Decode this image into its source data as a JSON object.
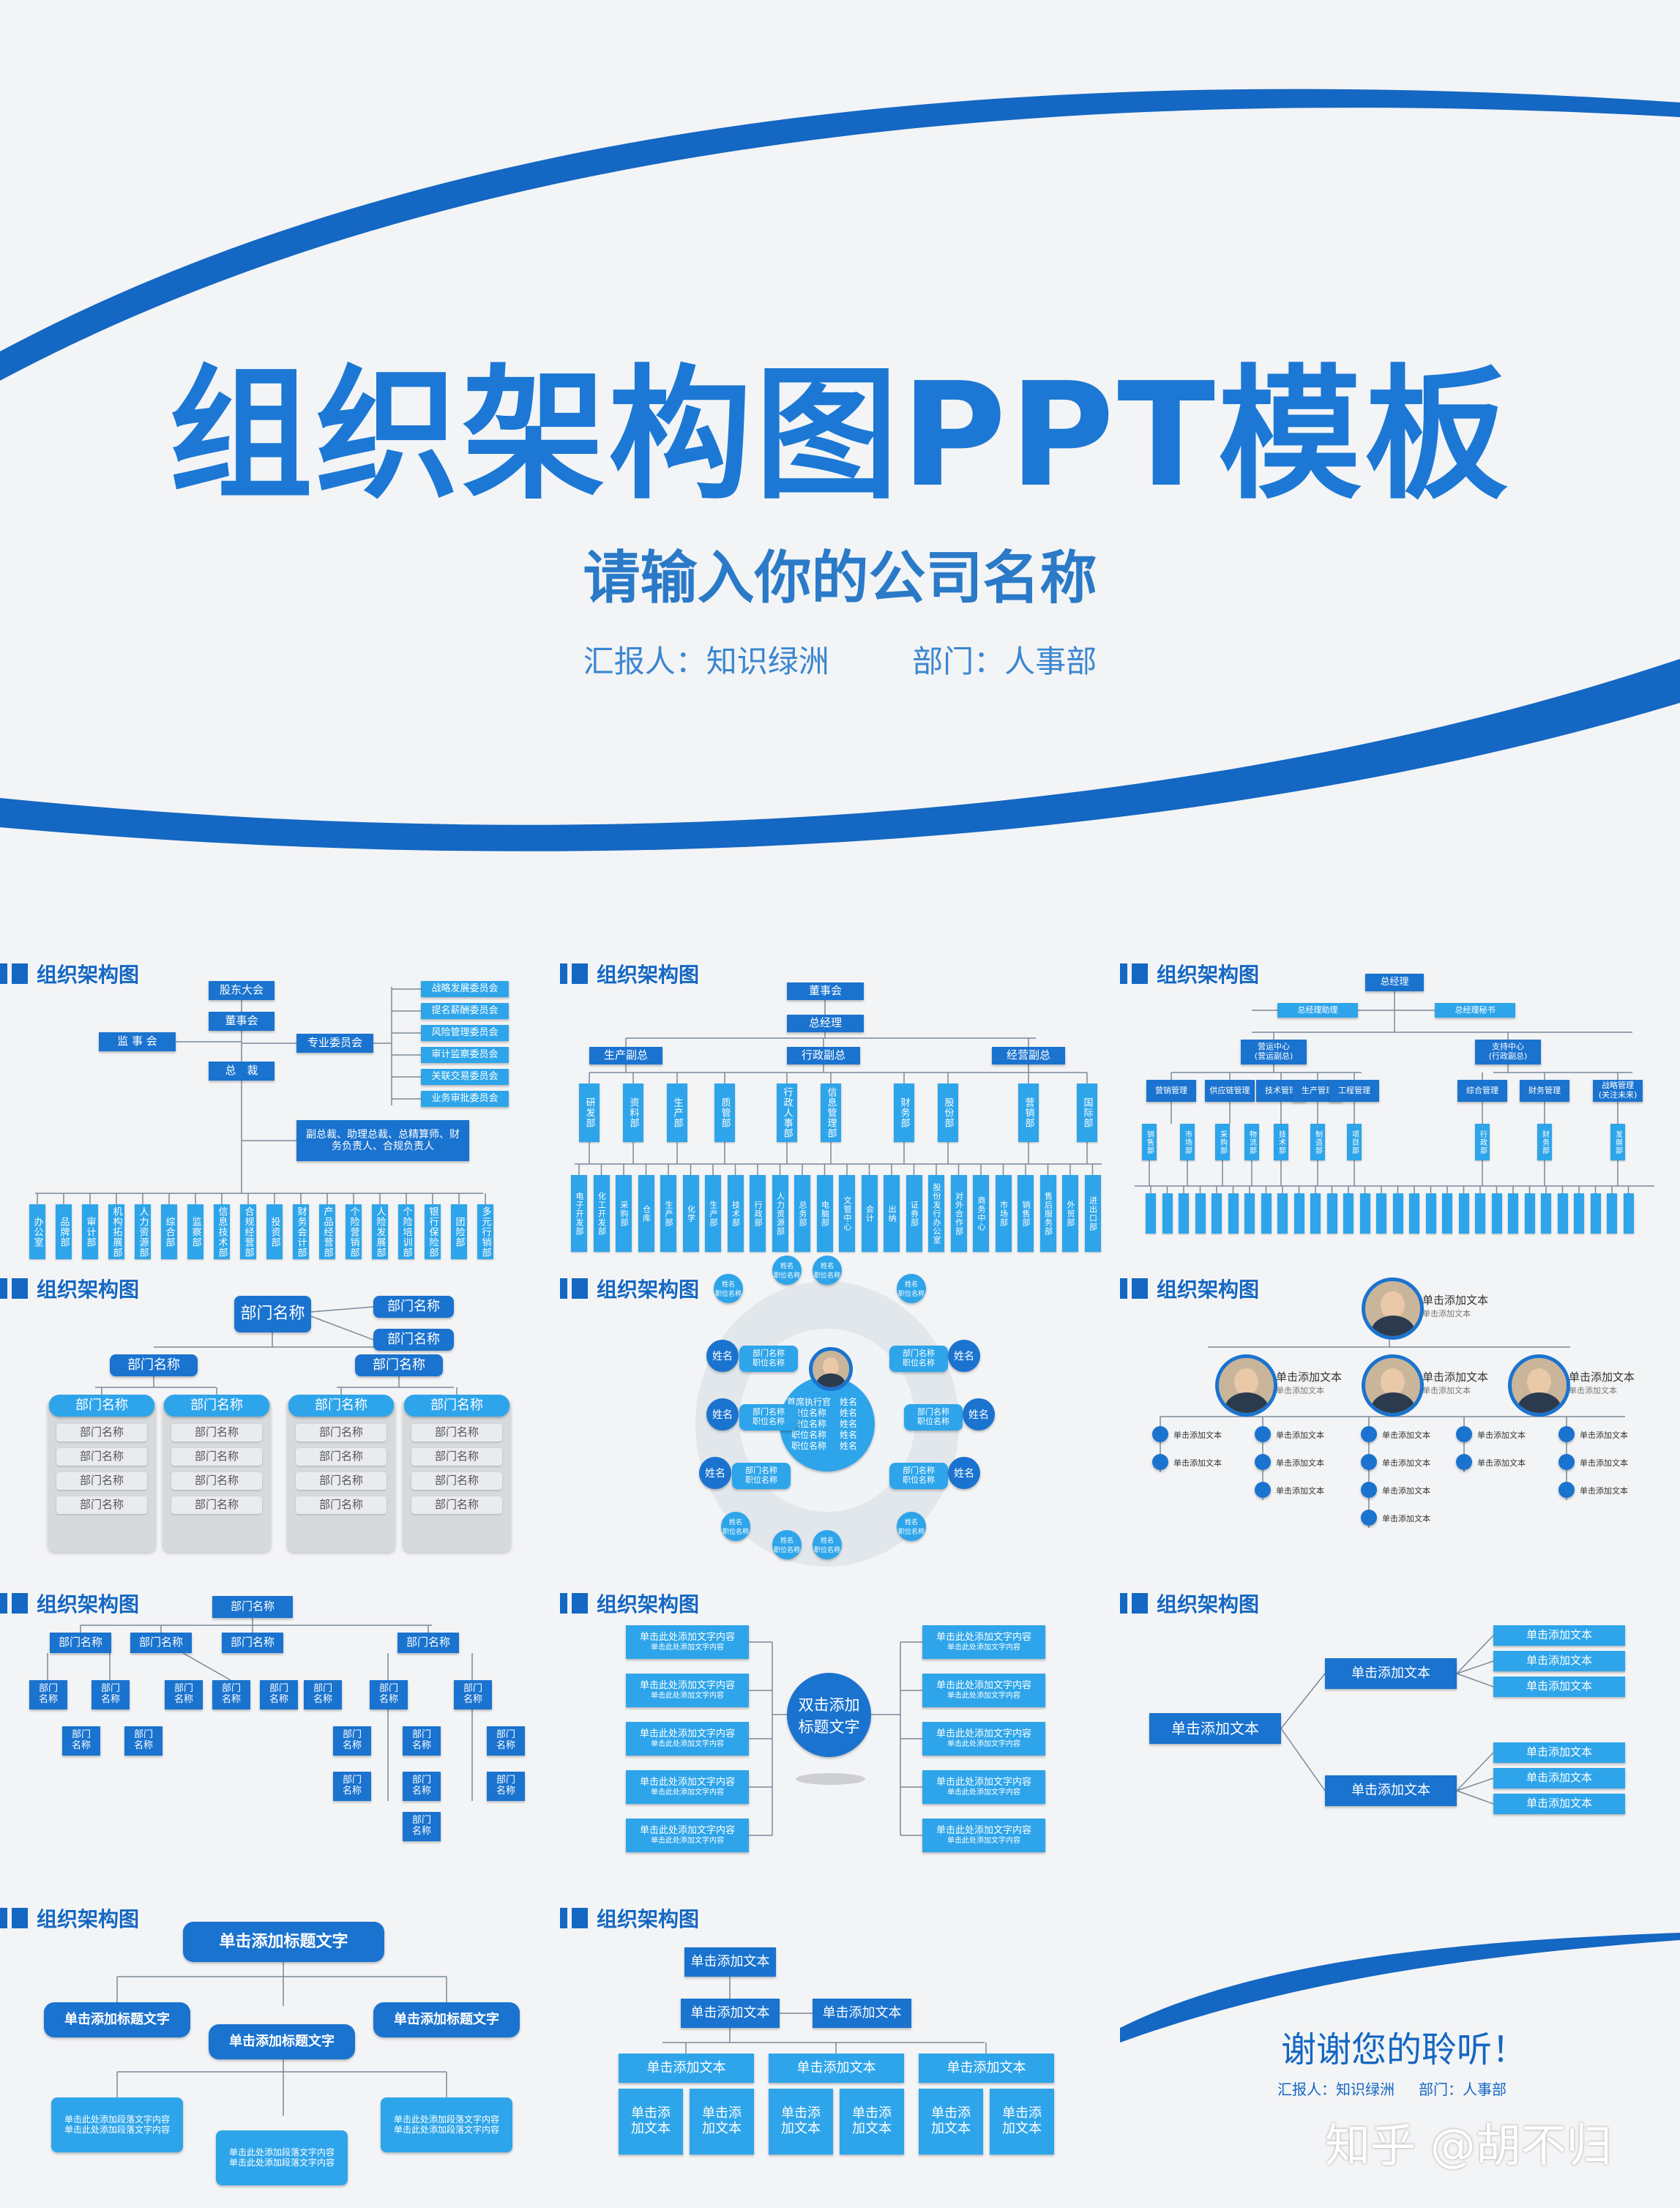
{
  "cover": {
    "title": "组织架构图PPT模板",
    "subtitle": "请输入你的公司名称",
    "reporter": "汇报人：知识绿洲",
    "department": "部门：人事部"
  },
  "tile_header": "组织架构图",
  "t1": {
    "top": [
      "股东大会",
      "董事会",
      "总　裁"
    ],
    "left": "监 事 会",
    "committee": "专业委员会",
    "committees": [
      "战略发展委员会",
      "提名薪酬委员会",
      "风险管理委员会",
      "审计监察委员会",
      "关联交易委员会",
      "业务审批委员会"
    ],
    "exec": "副总裁、助理总裁、总精算师、财务负责人、合规负责人",
    "depts": [
      "办公室",
      "品牌部",
      "审计部",
      "机构拓展部",
      "人力资源部",
      "综合部",
      "监察部",
      "信息技术部",
      "合规经营部",
      "投资部",
      "财务会计部",
      "产品经营部",
      "个险营销部",
      "人险发展部",
      "个险培训部",
      "银行保险部",
      "团险部",
      "多元行销部"
    ]
  },
  "t2": {
    "top": [
      "董事会",
      "总经理"
    ],
    "vps": [
      "生产副总",
      "行政副总",
      "经营副总"
    ],
    "depts": [
      "研发部",
      "资料部",
      "生产部",
      "质管部",
      "行政人事部",
      "信息管理部",
      "财务部",
      "股份部",
      "营销部",
      "国际部"
    ],
    "subs": [
      "电子开发部",
      "化工开发部",
      "采购部",
      "仓库",
      "生产部",
      "化学",
      "生产部",
      "技术部",
      "行政部",
      "人力资源部",
      "总务部",
      "电脑部",
      "文管中心",
      "会计",
      "出纳",
      "证券部",
      "股份发行办公室",
      "对外合作部",
      "商务中心",
      "市场部",
      "销售部",
      "售后服务部",
      "外贸部",
      "进出口部"
    ]
  },
  "t3": {
    "top": "总经理",
    "assistants": [
      "总经理助理",
      "总经理秘书"
    ],
    "centers": [
      "营运中心\n(营运副总)",
      "支持中心\n(行政副总)"
    ],
    "depts": [
      "营销管理",
      "供应链管理",
      "技术管理",
      "生产管理",
      "工程管理",
      "综合管理",
      "财务管理",
      "战略管理\n(关注未来)"
    ],
    "subs": [
      "销售部",
      "市场部",
      "采购部",
      "物流部",
      "技术部",
      "制造部",
      "项目部",
      "行政部",
      "财务部",
      "发展部"
    ]
  },
  "t4": {
    "top": "部门名称",
    "side": [
      "部门名称",
      "部门名称"
    ],
    "mid": [
      "部门名称",
      "部门名称"
    ],
    "groups": [
      "部门名称",
      "部门名称",
      "部门名称",
      "部门名称"
    ],
    "item": "部门名称"
  },
  "t5": {
    "center": "首席执行官\n职位名称\n职位名称\n职位名称\n职位名称",
    "center_names": "姓名\n姓名\n姓名\n姓名\n姓名",
    "name": "姓名",
    "role": "部门名称\n职位名称",
    "small": "姓名\n职位名称"
  },
  "t6": {
    "title": "单击添加文本",
    "sub": "单击添加文本",
    "item": "单击添加文本"
  },
  "t7": {
    "top": "部门名称",
    "row": [
      "部门名称",
      "部门名称",
      "部门名称",
      "部门名称"
    ],
    "leaf": "部门\n名称"
  },
  "t8": {
    "center": "双击添加\n标题文字",
    "item": "单击此处添加文字内容",
    "item_sub": "单击此处添加文字内容"
  },
  "t9": {
    "root": "单击添加文本",
    "mid": [
      "单击添加文本",
      "单击添加文本"
    ],
    "leaf": "单击添加文本"
  },
  "t10": {
    "top": "单击添加标题文字",
    "mid": [
      "单击添加标题文字",
      "单击添加标题文字",
      "单击添加标题文字"
    ],
    "text": "单击此处添加段落文字内容\n单击此处添加段落文字内容"
  },
  "t11": {
    "top": "单击添加文本",
    "mid": [
      "单击添加文本",
      "单击添加文本"
    ],
    "row": [
      "单击添加文本",
      "单击添加文本",
      "单击添加文本"
    ],
    "leaf": "单击添\n加文本"
  },
  "ending": {
    "thanks": "谢谢您的聆听！",
    "reporter": "汇报人：知识绿洲",
    "department": "部门：人事部"
  },
  "watermark": "知乎 @胡不归",
  "colors": {
    "primary": "#1a73cf",
    "light": "#2ea5ea",
    "background": "#f3f4f6"
  }
}
